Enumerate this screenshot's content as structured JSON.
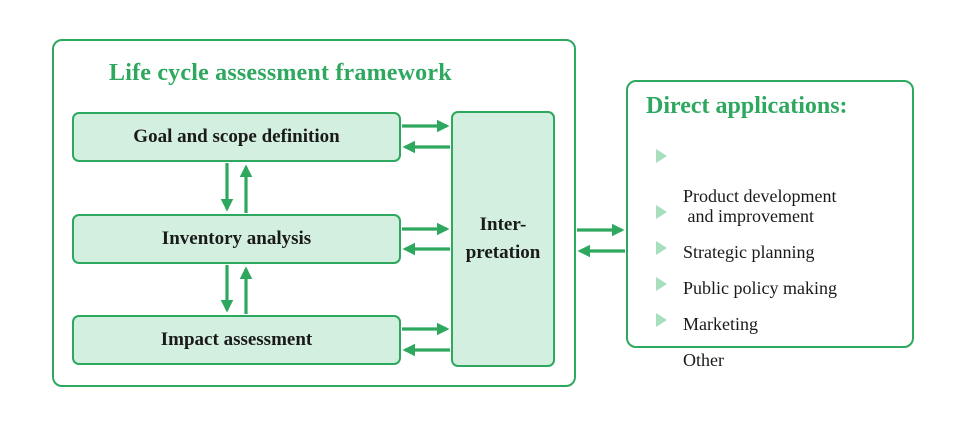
{
  "framework": {
    "title": "Life cycle assessment framework",
    "steps": [
      {
        "label": "Goal and scope definition"
      },
      {
        "label": "Inventory analysis"
      },
      {
        "label": "Impact assessment"
      }
    ],
    "interpretation": {
      "line1": "Inter-",
      "line2": "pretation"
    }
  },
  "applications": {
    "title": "Direct applications:",
    "items": [
      {
        "label": "Product development\n and improvement"
      },
      {
        "label": "Strategic planning"
      },
      {
        "label": "Public policy making"
      },
      {
        "label": "Marketing"
      },
      {
        "label": "Other"
      }
    ]
  },
  "colors": {
    "accent": "#2ea85f",
    "box_fill": "#d3efdf",
    "bullet": "#a7dfbd"
  }
}
